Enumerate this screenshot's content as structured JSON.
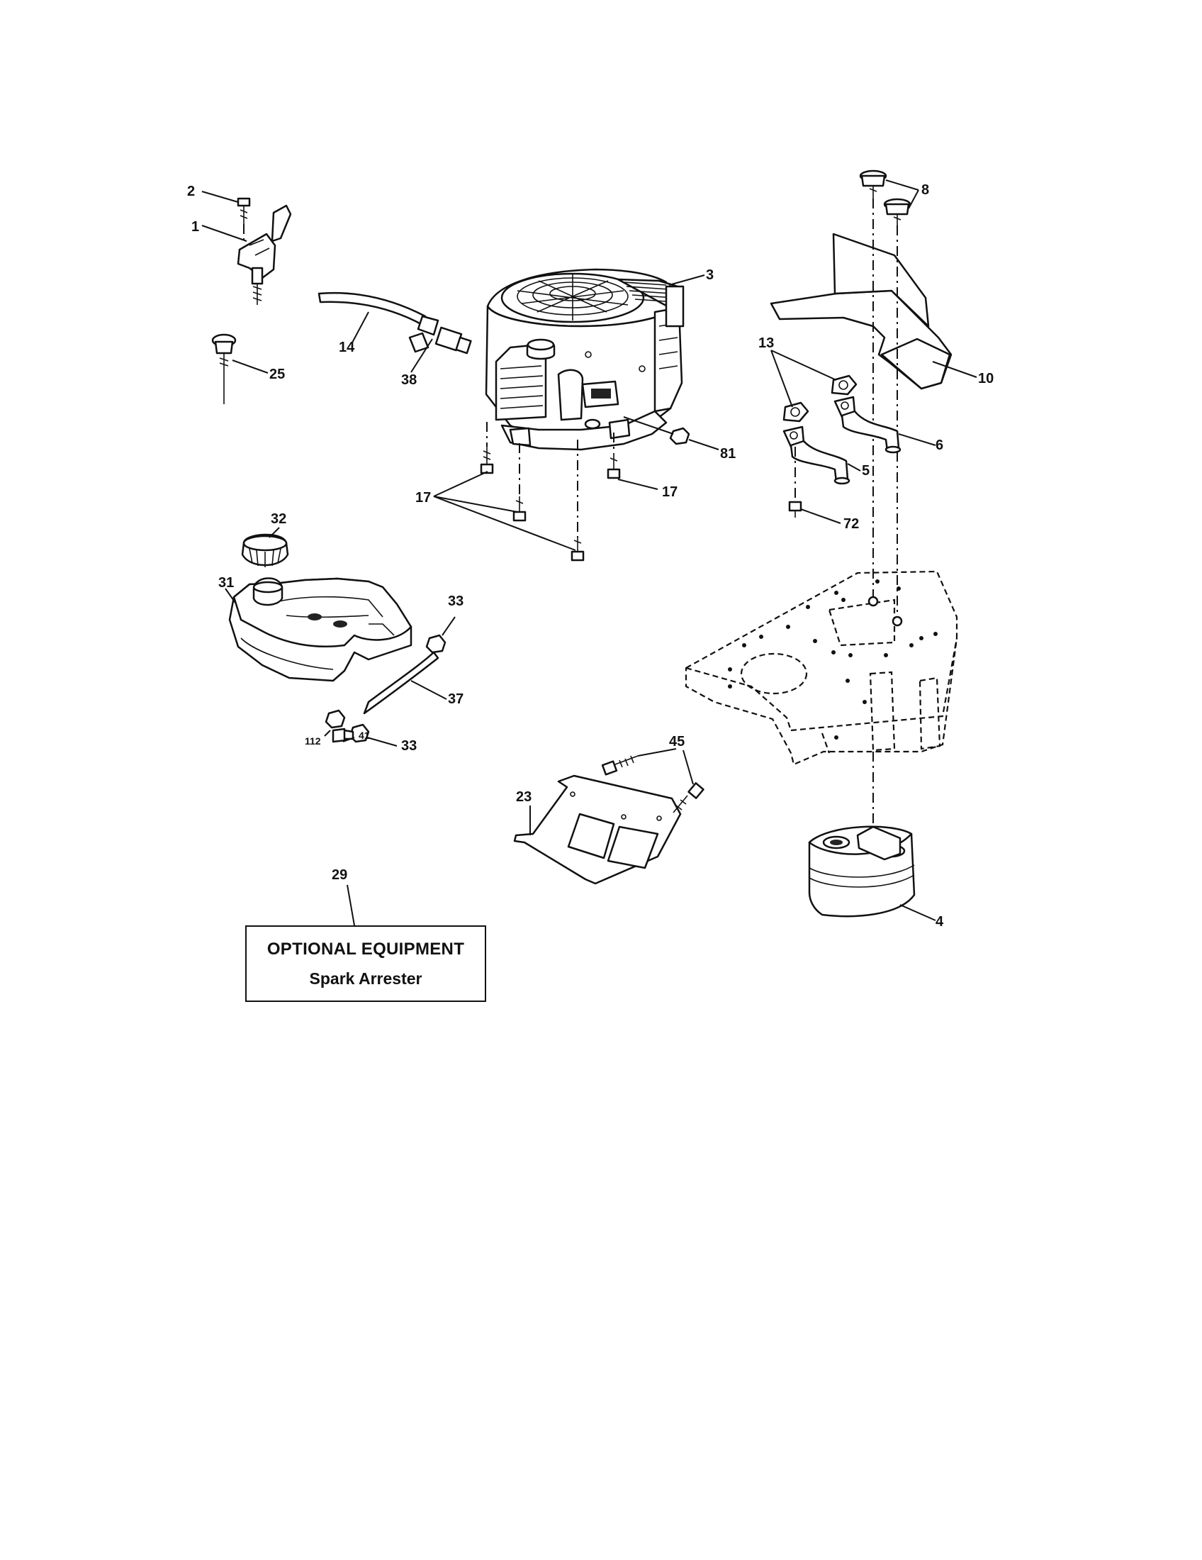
{
  "callouts": {
    "c1": "1",
    "c2": "2",
    "c3": "3",
    "c4": "4",
    "c5": "5",
    "c6": "6",
    "c8": "8",
    "c10": "10",
    "c13": "13",
    "c14": "14",
    "c17a": "17",
    "c17b": "17",
    "c23": "23",
    "c25": "25",
    "c29": "29",
    "c31": "31",
    "c32": "32",
    "c33a": "33",
    "c33b": "33",
    "c37": "37",
    "c38": "38",
    "c41": "41",
    "c45": "45",
    "c72": "72",
    "c81": "81",
    "c112": "112"
  },
  "optional_box": {
    "title": "OPTIONAL EQUIPMENT",
    "subtitle": "Spark Arrester"
  }
}
